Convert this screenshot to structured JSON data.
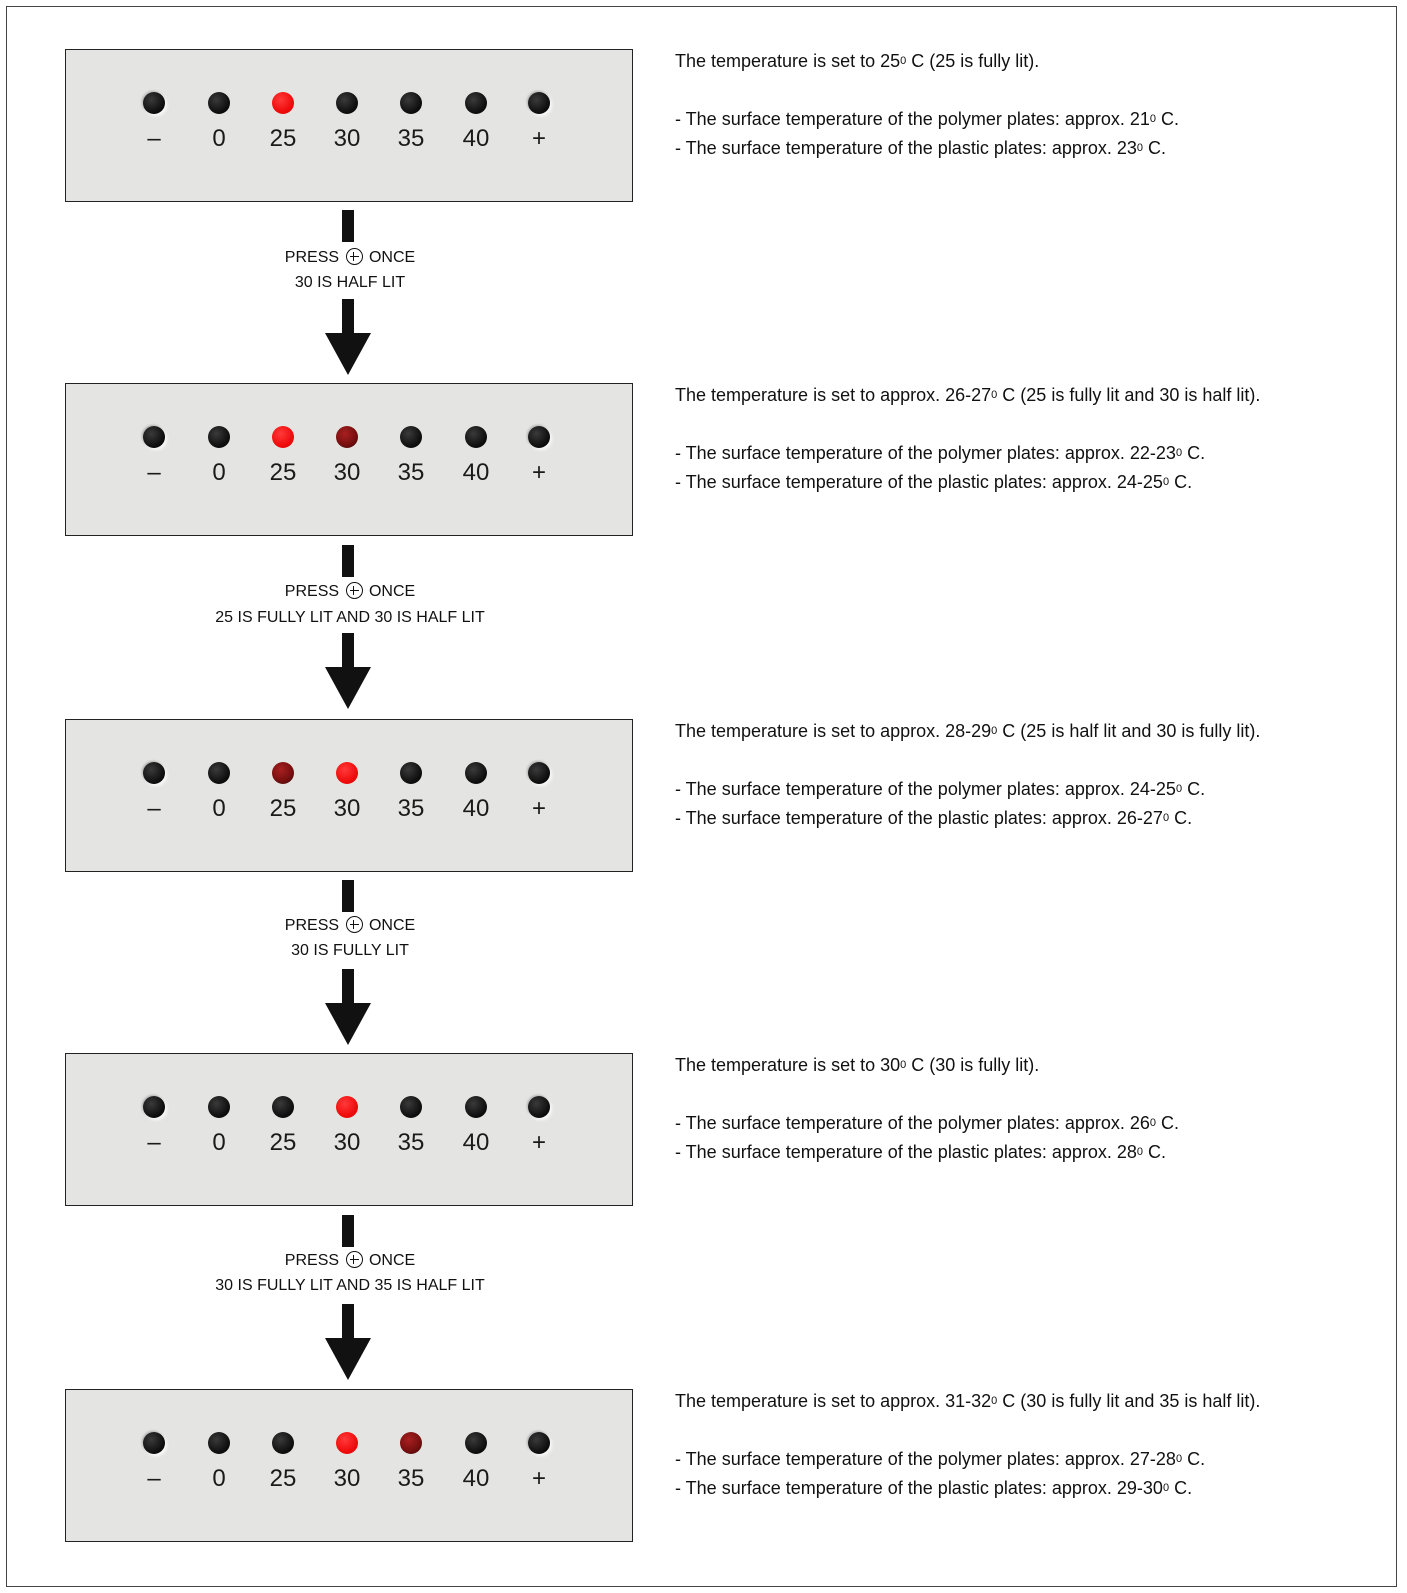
{
  "colors": {
    "led_full": "#f20d0d",
    "led_half": "#7a1010",
    "led_off": "#111111",
    "panel": "#e4e4e2"
  },
  "panel_labels": [
    "–",
    "0",
    "25",
    "30",
    "35",
    "40",
    "+"
  ],
  "steps": [
    {
      "leds": [
        "off",
        "off",
        "full",
        "off",
        "off",
        "off",
        "off"
      ],
      "text": {
        "main": [
          "The temperature is set to 25",
          "0",
          " C (25 is fully lit)."
        ],
        "line1": [
          "- The surface temperature of the polymer plates: approx. 21",
          "0",
          " C."
        ],
        "line2": [
          "- The surface temperature of the plastic plates: approx. 23",
          "0",
          " C."
        ]
      }
    },
    {
      "leds": [
        "off",
        "off",
        "full",
        "half",
        "off",
        "off",
        "off"
      ],
      "text": {
        "main": [
          "The temperature is set to approx. 26-27",
          "0",
          " C (25 is fully lit and 30 is half lit)."
        ],
        "line1": [
          "- The surface temperature of the polymer plates: approx. 22-23",
          "0",
          " C."
        ],
        "line2": [
          "- The surface temperature of the plastic plates: approx. 24-25",
          "0",
          " C."
        ]
      }
    },
    {
      "leds": [
        "off",
        "off",
        "half",
        "full",
        "off",
        "off",
        "off"
      ],
      "text": {
        "main": [
          "The temperature is set to approx. 28-29",
          "0",
          " C (25 is half lit and 30 is fully lit)."
        ],
        "line1": [
          "- The surface temperature of the polymer plates: approx. 24-25",
          "0",
          " C."
        ],
        "line2": [
          "- The surface temperature of the plastic plates: approx. 26-27",
          "0",
          " C."
        ]
      }
    },
    {
      "leds": [
        "off",
        "off",
        "off",
        "full",
        "off",
        "off",
        "off"
      ],
      "text": {
        "main": [
          "The temperature is set to 30",
          "0",
          " C (30 is fully lit)."
        ],
        "line1": [
          "- The surface temperature of the polymer plates: approx. 26",
          "0",
          " C."
        ],
        "line2": [
          "- The surface temperature of the plastic plates: approx. 28",
          "0",
          " C."
        ]
      }
    },
    {
      "leds": [
        "off",
        "off",
        "off",
        "full",
        "half",
        "off",
        "off"
      ],
      "text": {
        "main": [
          "The temperature is set to approx. 31-32",
          "0",
          " C (30 is fully lit and 35 is half lit)."
        ],
        "line1": [
          "- The surface temperature of the polymer plates: approx. 27-28",
          "0",
          " C."
        ],
        "line2": [
          "- The surface temperature of the plastic plates: approx. 29-30",
          "0",
          " C."
        ]
      }
    }
  ],
  "transitions": [
    {
      "press_prefix": "PRESS",
      "press_suffix": "ONCE",
      "status": "30 IS HALF LIT"
    },
    {
      "press_prefix": "PRESS",
      "press_suffix": "ONCE",
      "status": "25 IS FULLY LIT AND 30 IS HALF LIT"
    },
    {
      "press_prefix": "PRESS",
      "press_suffix": "ONCE",
      "status": "30 IS FULLY LIT"
    },
    {
      "press_prefix": "PRESS",
      "press_suffix": "ONCE",
      "status": "30 IS FULLY LIT AND 35 IS HALF LIT"
    }
  ]
}
